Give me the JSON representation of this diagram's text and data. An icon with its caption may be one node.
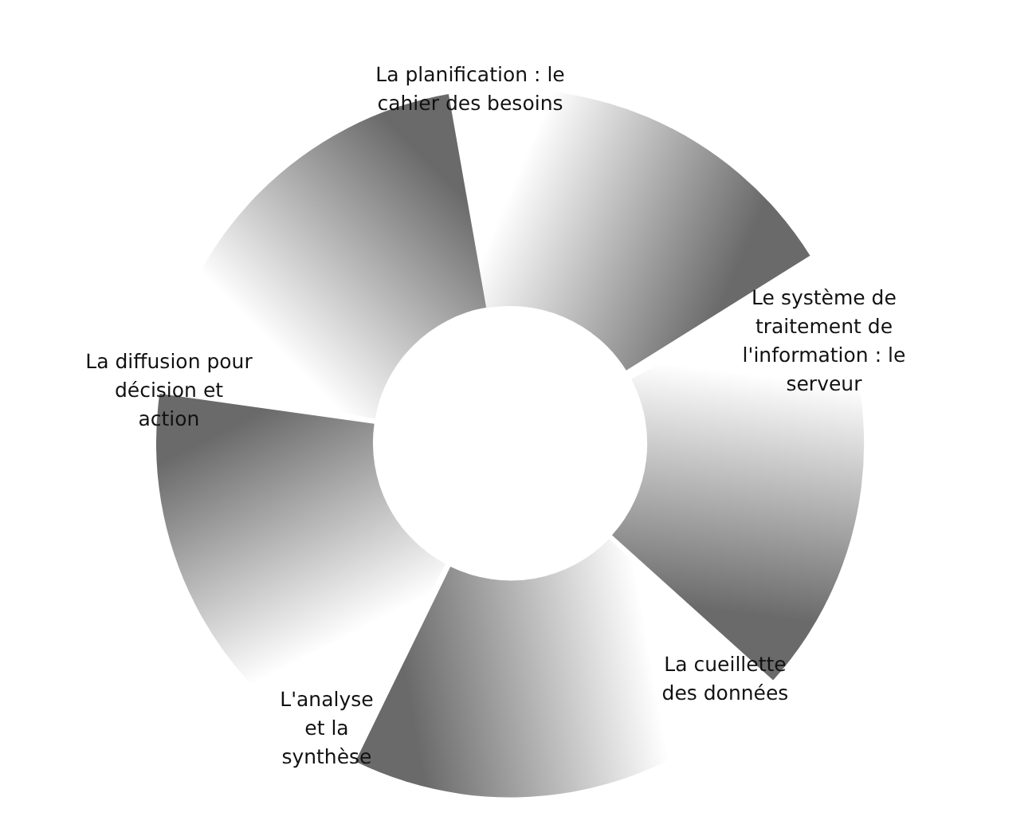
{
  "diagram": {
    "nodes": [
      {
        "text": [
          "La planification : le cahier des besoins"
        ]
      },
      {
        "text": [
          "Le système de traitement de l'information : le serveur"
        ]
      },
      {
        "text": [
          "La cueillette des données"
        ]
      },
      {
        "text": [
          "L'analyse et la synthèse"
        ]
      },
      {
        "text": [
          "La diffusion pour décision et action"
        ]
      }
    ]
  }
}
